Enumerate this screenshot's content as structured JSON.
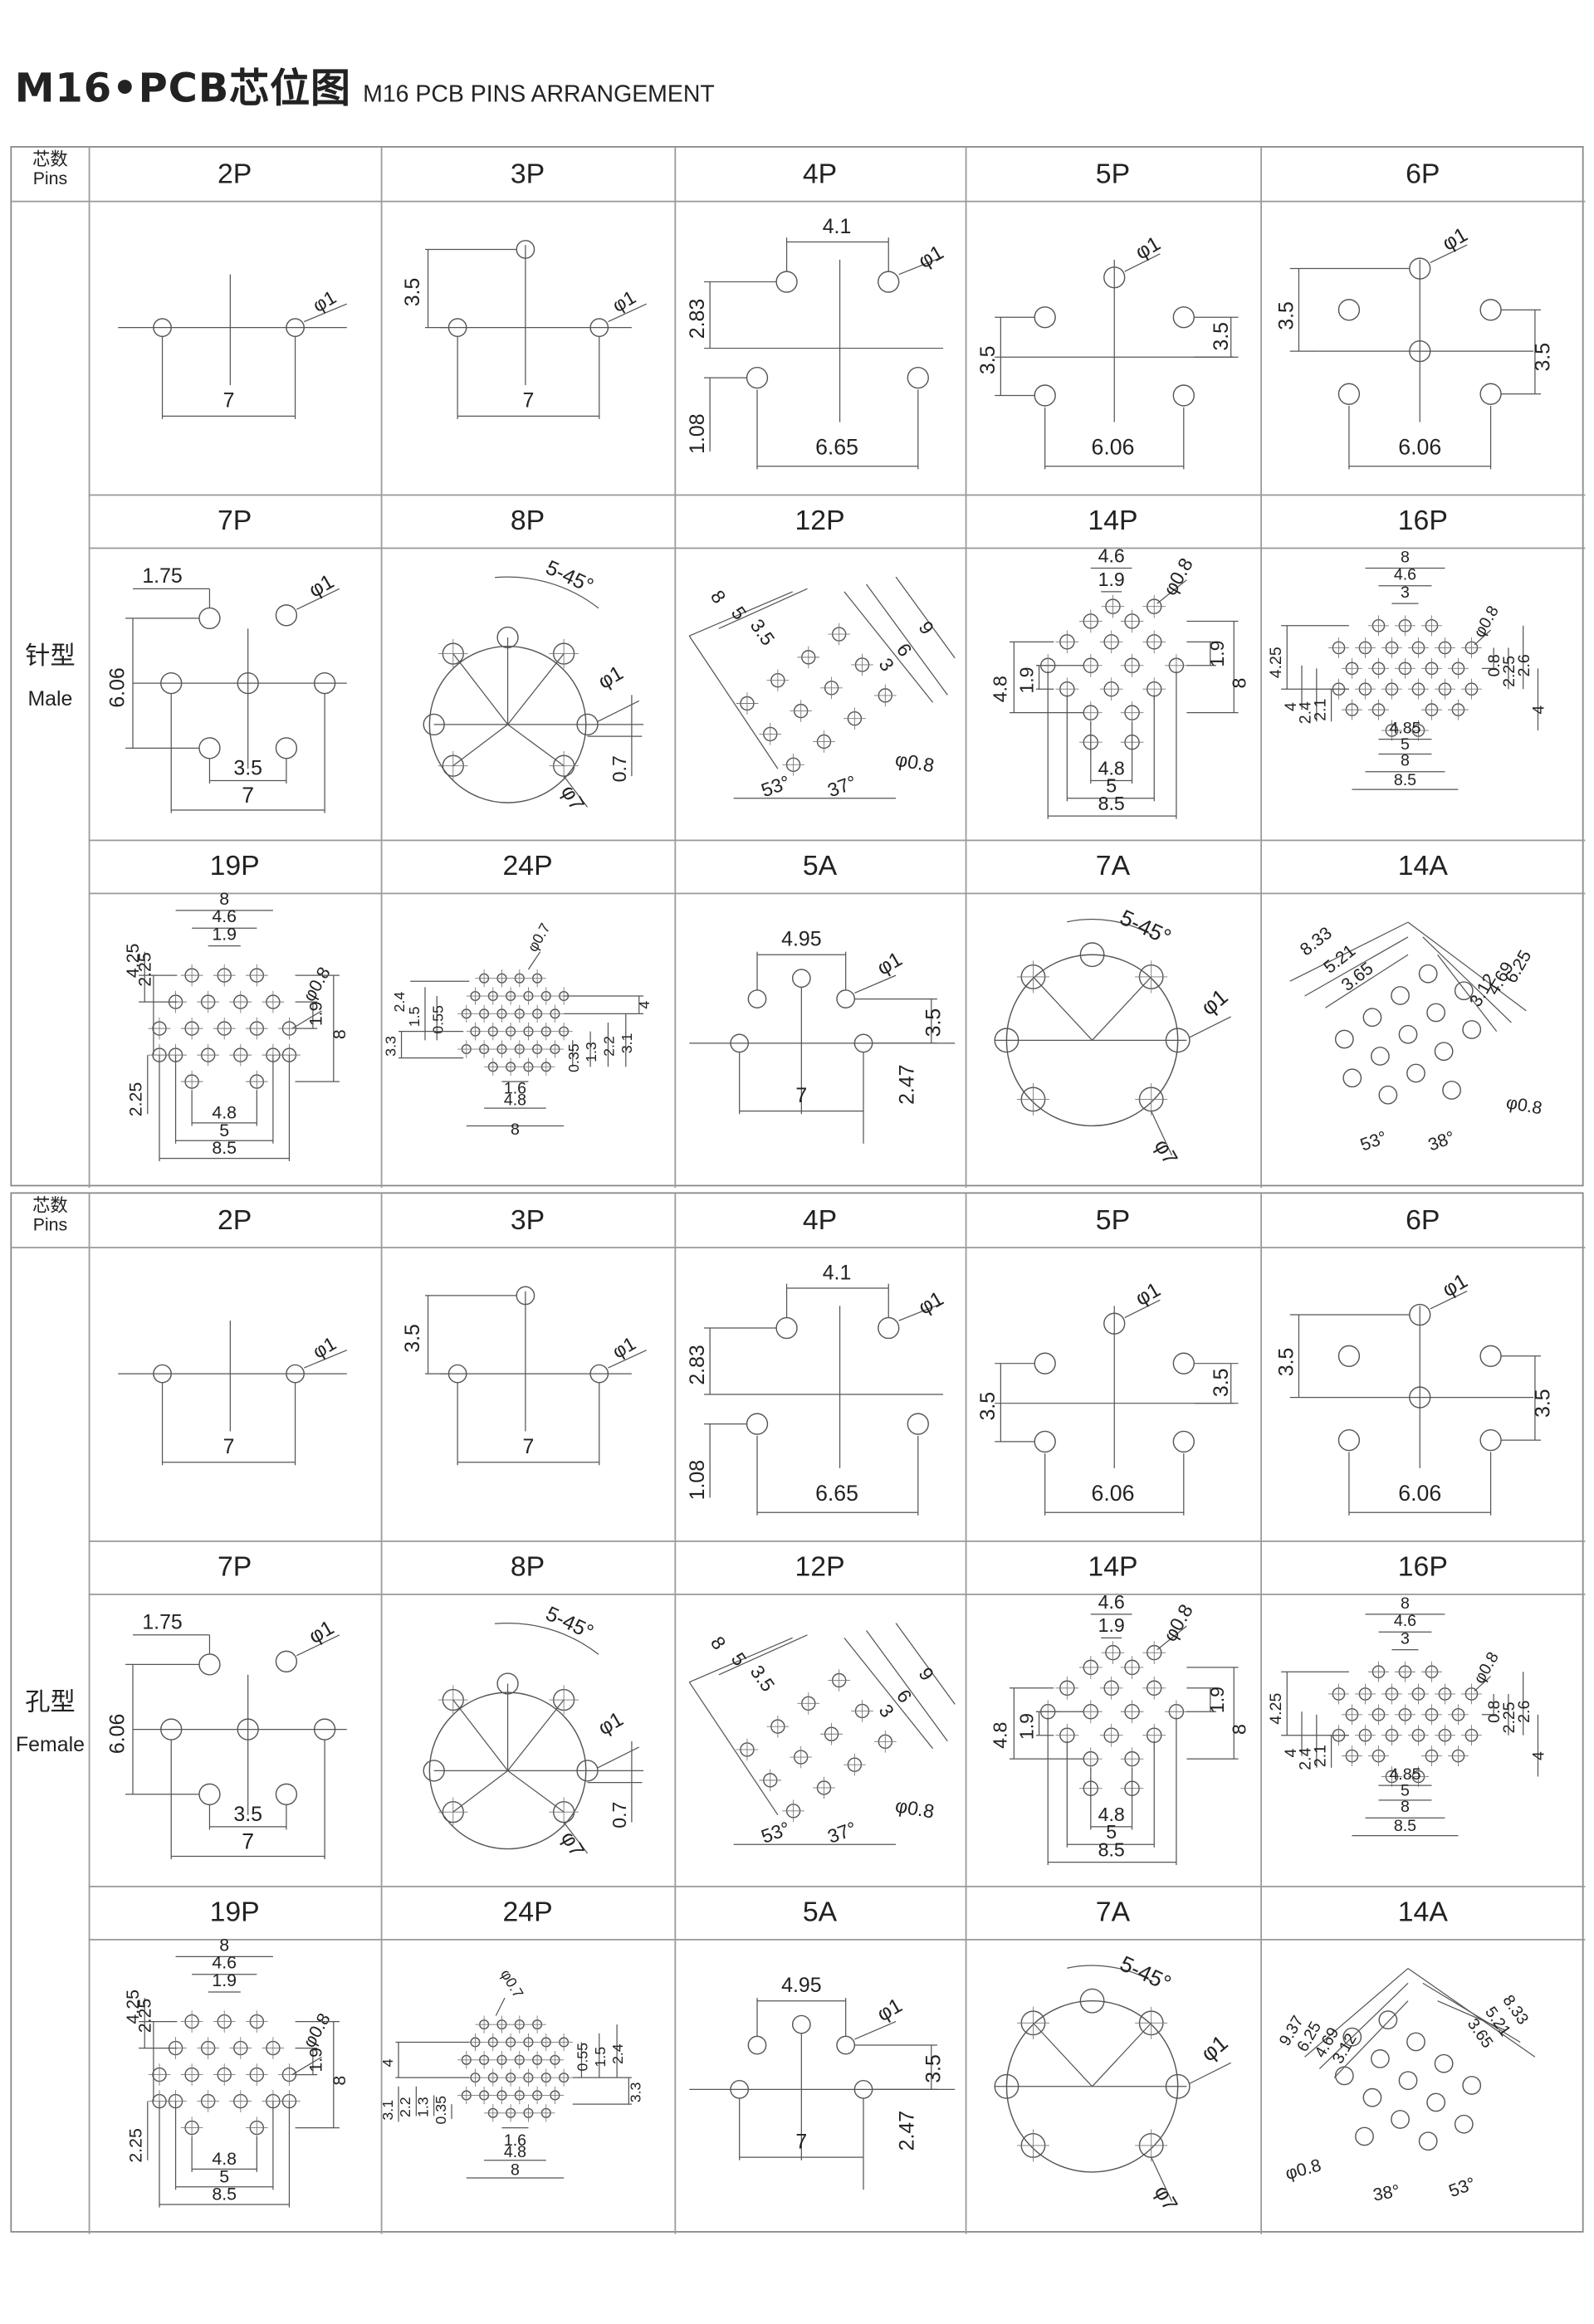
{
  "title": {
    "main": "M16•PCB芯位图",
    "sub": "M16  PCB PINS ARRANGEMENT"
  },
  "header_cell": {
    "cn": "芯数",
    "en": "Pins"
  },
  "sections": [
    {
      "cn": "针型",
      "en": "Male",
      "rows": [
        [
          "2P",
          "3P",
          "4P",
          "5P",
          "6P"
        ],
        [
          "7P",
          "8P",
          "12P",
          "14P",
          "16P"
        ],
        [
          "19P",
          "24P",
          "5A",
          "7A",
          "14A"
        ]
      ]
    },
    {
      "cn": "孔型",
      "en": "Female",
      "rows": [
        [
          "2P",
          "3P",
          "4P",
          "5P",
          "6P"
        ],
        [
          "7P",
          "8P",
          "12P",
          "14P",
          "16P"
        ],
        [
          "19P",
          "24P",
          "5A",
          "7A",
          "14A"
        ]
      ]
    }
  ],
  "labels": {
    "2P": [
      "7",
      "φ1"
    ],
    "3P": [
      "3.5",
      "7",
      "φ1"
    ],
    "4P": [
      "4.1",
      "φ1",
      "2.83",
      "1.08",
      "6.65"
    ],
    "5P": [
      "φ1",
      "3.5",
      "3.5",
      "6.06"
    ],
    "6P": [
      "φ1",
      "3.5",
      "3.5",
      "6.06"
    ],
    "7P": [
      "1.75",
      "φ1",
      "6.06",
      "3.5",
      "7"
    ],
    "8P": [
      "5-45°",
      "φ1",
      "0.7",
      "φ7"
    ],
    "12P": [
      "8",
      "5",
      "3.5",
      "9",
      "6",
      "3",
      "φ0.8",
      "53°",
      "37°"
    ],
    "14P": [
      "4.6",
      "1.9",
      "φ0.8",
      "4.8",
      "1.9",
      "1.9",
      "8",
      "4.8",
      "5",
      "8.5"
    ],
    "16P": [
      "8",
      "4.6",
      "3",
      "φ0.8",
      "4.25",
      "4",
      "2.4",
      "2.1",
      "0.8",
      "2.25",
      "2.6",
      "4",
      "4.85",
      "5",
      "8",
      "8.5"
    ],
    "19P": [
      "8",
      "4.6",
      "1.9",
      "4.25",
      "2.25",
      "φ0.8",
      "1.9",
      "8",
      "2.25",
      "4.8",
      "5",
      "8.5"
    ],
    "24P": [
      "φ0.7",
      "2.4",
      "1.5",
      "0.55",
      "4",
      "3.3",
      "0.35",
      "1.3",
      "2.2",
      "3.1",
      "1.6",
      "4.8",
      "8"
    ],
    "5A": [
      "4.95",
      "φ1",
      "3.5",
      "7",
      "2.47"
    ],
    "7A": [
      "5-45°",
      "φ1",
      "φ7"
    ],
    "14A": [
      "8.33",
      "5.21",
      "3.65",
      "6.25",
      "4.69",
      "3.12",
      "φ0.8",
      "53°",
      "38°"
    ],
    "14A-female": [
      "9.37",
      "6.25",
      "4.69",
      "3.12",
      "8.33",
      "5.21",
      "3.65",
      "φ0.8",
      "38°",
      "53°"
    ],
    "24P-female": [
      "φ0.7",
      "4",
      "0.55",
      "1.5",
      "2.4",
      "3.1",
      "2.2",
      "1.3",
      "0.35",
      "3.3",
      "1.6",
      "4.8",
      "8"
    ]
  }
}
